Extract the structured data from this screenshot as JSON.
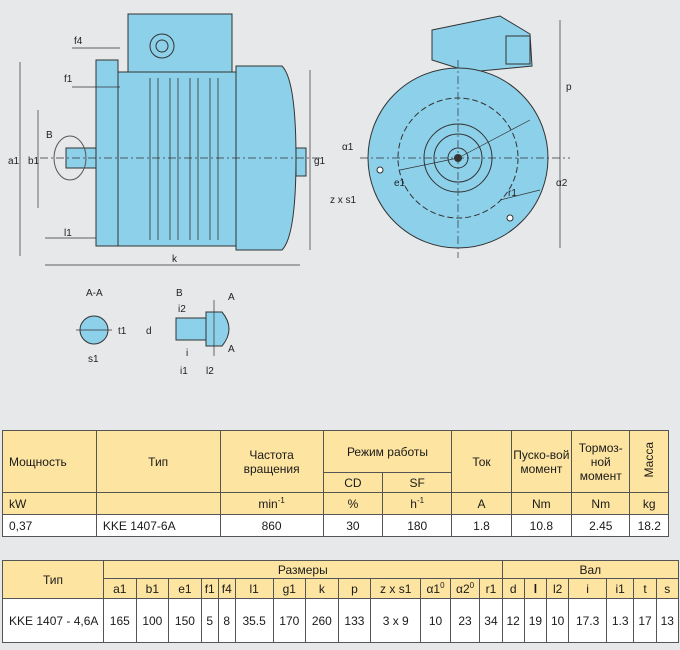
{
  "drawing": {
    "labels": {
      "f4": "f4",
      "f1": "f1",
      "B": "B",
      "a1": "a1",
      "b1": "b1",
      "l1": "l1",
      "k": "k",
      "g1": "g1",
      "p": "p",
      "alpha1": "α1",
      "alpha2": "α2",
      "e1": "e1",
      "r1": "r1",
      "zxs1": "z x s1",
      "section_aa": "A-A",
      "t1": "t1",
      "s1": "s1",
      "section_b": "B",
      "i2": "i2",
      "d": "d",
      "i": "i",
      "i1": "i1",
      "l2": "l2",
      "A": "A"
    },
    "body_color": "#8dd0ea"
  },
  "table1": {
    "headers": {
      "power": "Мощность",
      "type": "Тип",
      "speed": "Частота вращения",
      "mode": "Режим работы",
      "cd": "CD",
      "sf": "SF",
      "current": "Ток",
      "start_torque": "Пуско-вой момент",
      "brake_torque": "Тормоз-ной момент",
      "mass": "Масса"
    },
    "units": {
      "power": "kW",
      "speed": "min",
      "speed_exp": "-1",
      "cd": "%",
      "sf": "h",
      "sf_exp": "-1",
      "current": "A",
      "start_torque": "Nm",
      "brake_torque": "Nm",
      "mass": "kg"
    },
    "row": {
      "power": "0,37",
      "type": "KKE 1407-6A",
      "speed": "860",
      "cd": "30",
      "sf": "180",
      "current": "1.8",
      "start_torque": "10.8",
      "brake_torque": "2.45",
      "mass": "18.2"
    }
  },
  "table2": {
    "headers": {
      "type": "Тип",
      "dims": "Размеры",
      "shaft": "Вал"
    },
    "dim_cols": [
      "a1",
      "b1",
      "e1",
      "f1",
      "f4",
      "l1",
      "g1",
      "k",
      "p",
      "z x s1",
      "α1",
      "α2",
      "r1"
    ],
    "dim_exps": [
      "",
      "",
      "",
      "",
      "",
      "",
      "",
      "",
      "",
      "",
      "0",
      "0",
      ""
    ],
    "shaft_cols": [
      "d",
      "l",
      "l2",
      "i",
      "i1",
      "t",
      "s"
    ],
    "row": {
      "type": "KKE 1407 - 4,6A",
      "dims": [
        "165",
        "100",
        "150",
        "5",
        "8",
        "35.5",
        "170",
        "260",
        "133",
        "3 x 9",
        "10",
        "23",
        "34"
      ],
      "shaft": [
        "12",
        "19",
        "10",
        "17.3",
        "1.3",
        "17",
        "13"
      ]
    }
  }
}
